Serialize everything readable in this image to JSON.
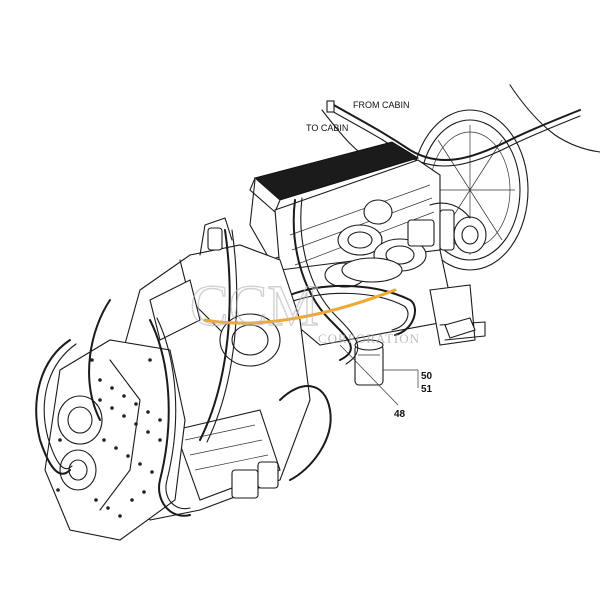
{
  "labels": {
    "from_cabin": "FROM CABIN",
    "to_cabin": "TO CABIN",
    "callout_50": "50",
    "callout_51": "51",
    "callout_48": "48"
  },
  "watermark": {
    "text": "CCM",
    "subtext": "CORPORATION",
    "color": "#f0a830"
  }
}
